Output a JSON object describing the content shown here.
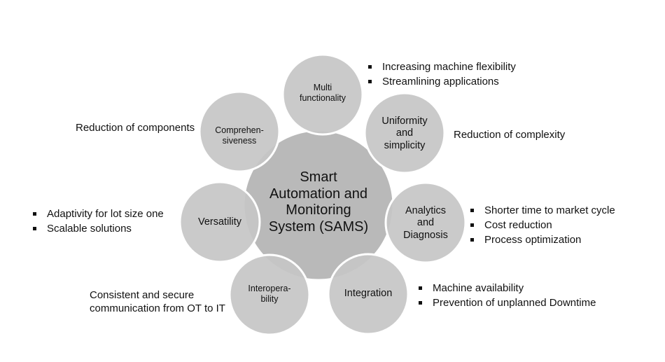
{
  "center": {
    "lines": [
      "Smart",
      "Automation and",
      "Monitoring",
      "System (SAMS)"
    ]
  },
  "nodes": {
    "multi": {
      "lines": [
        "Multi",
        "functionality"
      ]
    },
    "uniformity": {
      "lines": [
        "Uniformity",
        "and",
        "simplicity"
      ]
    },
    "analytics": {
      "lines": [
        "Analytics",
        "and",
        "Diagnosis"
      ]
    },
    "integration": {
      "lines": [
        "Integration"
      ]
    },
    "interop": {
      "lines": [
        "Interopera-",
        "bility"
      ]
    },
    "versatility": {
      "lines": [
        "Versatility"
      ]
    },
    "comprehensiveness": {
      "lines": [
        "Comprehen-",
        "siveness"
      ]
    }
  },
  "annotations": {
    "multi": [
      "Increasing machine flexibility",
      "Streamlining applications"
    ],
    "uniformity": "Reduction of complexity",
    "analytics": [
      "Shorter time to market cycle",
      "Cost reduction",
      "Process optimization"
    ],
    "integration": [
      "Machine availability",
      "Prevention of unplanned Downtime"
    ],
    "interop": [
      "Consistent and secure",
      "communication from OT to IT"
    ],
    "versatility": [
      "Adaptivity for lot size one",
      "Scalable solutions"
    ],
    "comprehensiveness": "Reduction of components"
  },
  "colors": {
    "circle": "#c4c4c4",
    "center": "#b6b6b6",
    "stroke": "#ffffff"
  }
}
